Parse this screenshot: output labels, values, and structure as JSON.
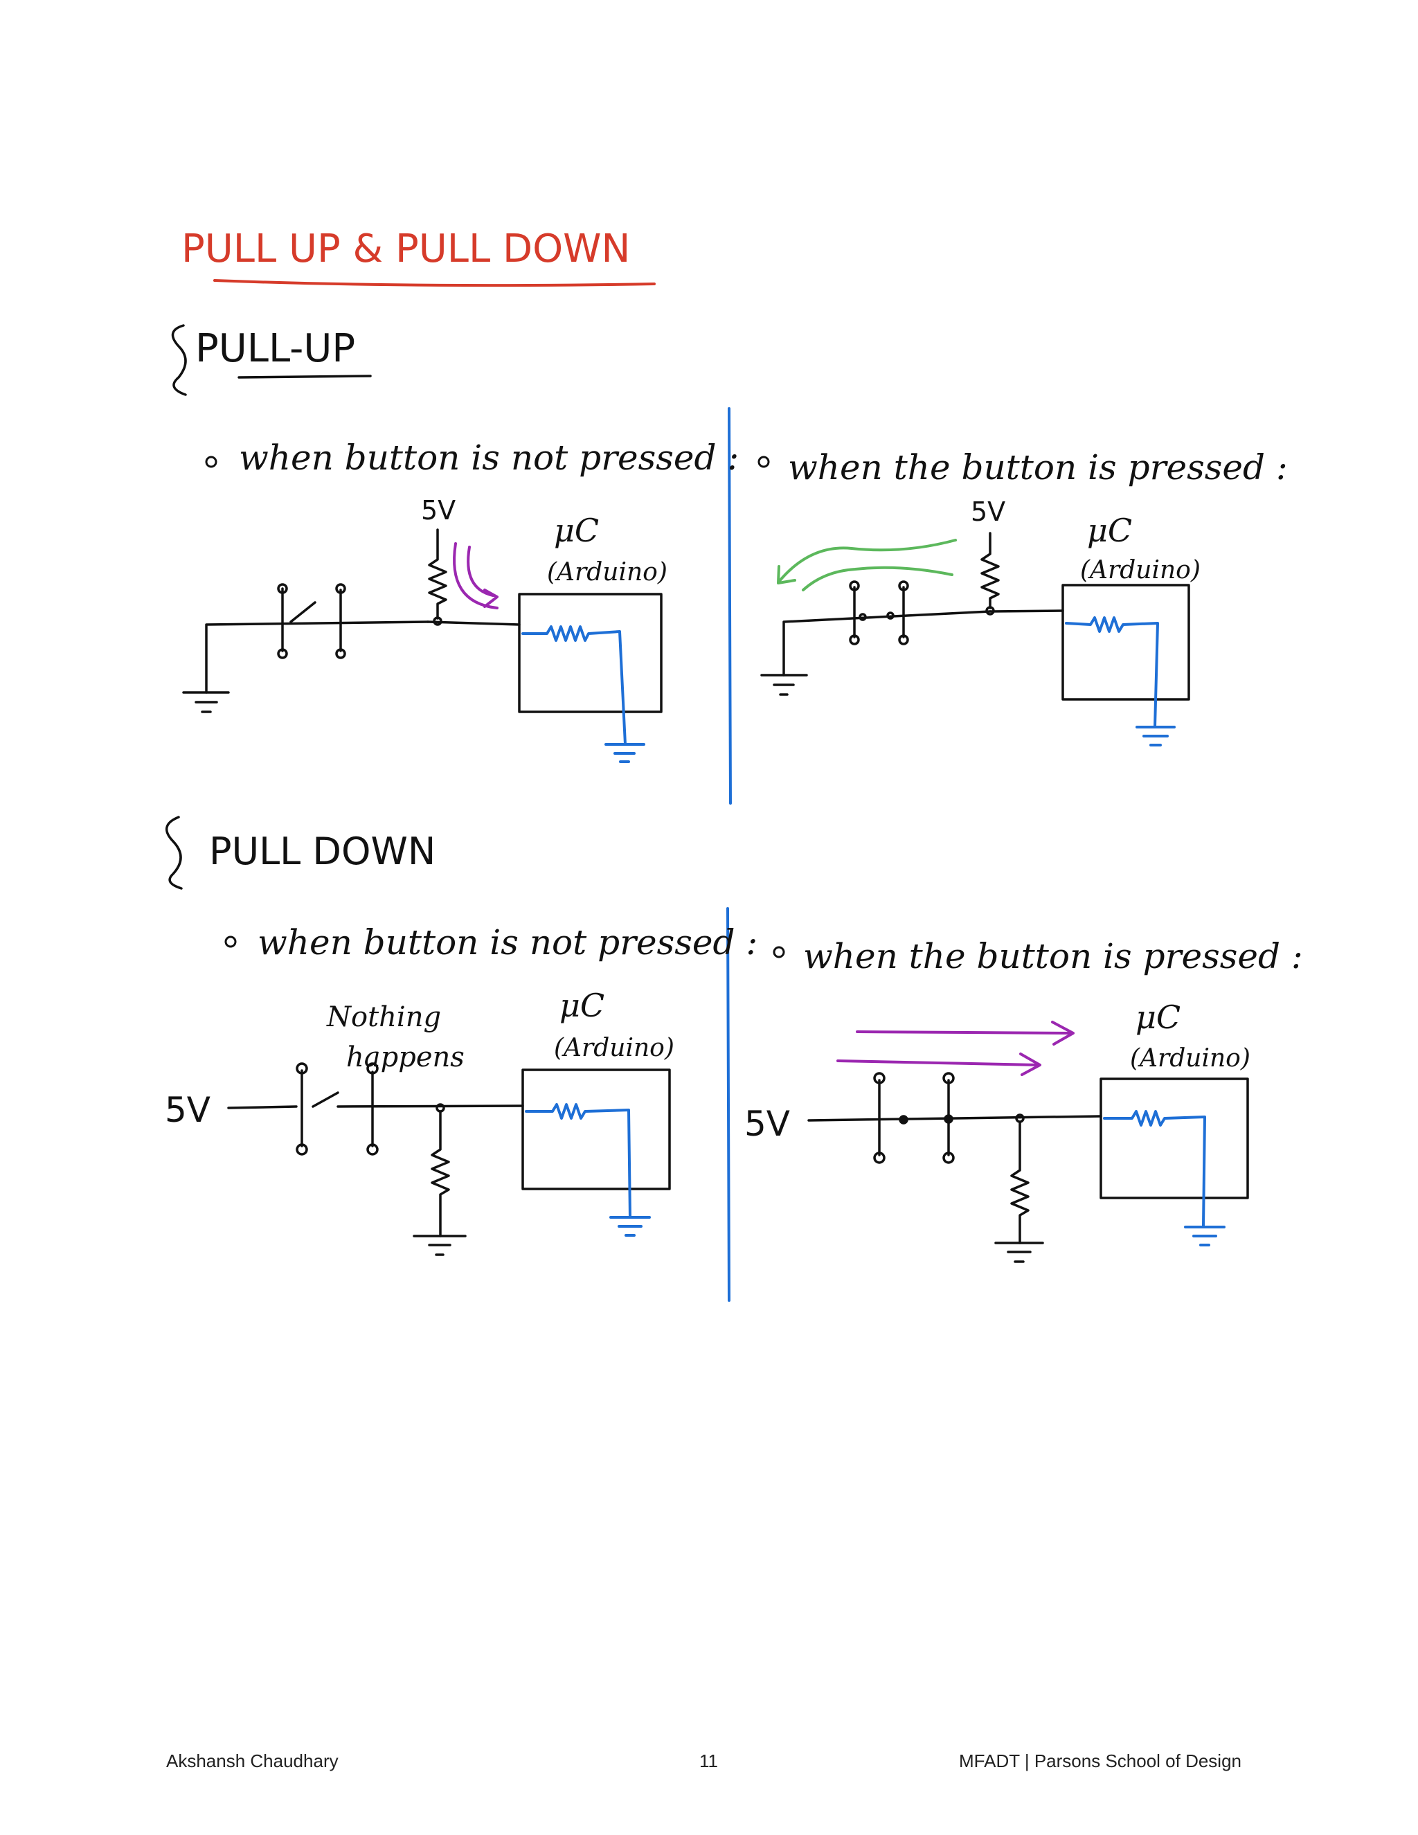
{
  "title": "PULL UP & PULL DOWN",
  "sections": {
    "pullup": {
      "heading": "PULL-UP",
      "left_caption": "when button is not pressed :",
      "right_caption": "when the button is pressed :"
    },
    "pulldown": {
      "heading": "PULL DOWN",
      "left_caption": "when button is not pressed :",
      "right_caption": "when the button is pressed :",
      "note": [
        "Nothing",
        "happens"
      ]
    }
  },
  "labels": {
    "voltage": "5V",
    "mcu": "μC",
    "board": "(Arduino)"
  },
  "footer": {
    "author": "Akshansh Chaudhary",
    "page": "11",
    "org": "MFADT | Parsons School of Design"
  },
  "colors": {
    "title": "#d63b2a",
    "ink": "#111111",
    "blue": "#1e6fd6",
    "purple": "#9b27b0",
    "green": "#5cb85c"
  }
}
